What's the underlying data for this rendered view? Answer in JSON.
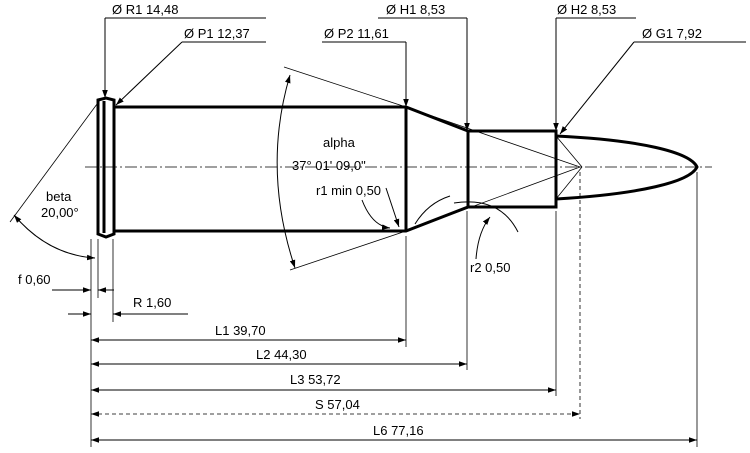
{
  "dimensions": {
    "R1": "Ø R1  14,48",
    "P1": "Ø P1  12,37",
    "P2": "Ø P2  11,61",
    "H1": "Ø H1  8,53",
    "H2": "Ø H2  8,53",
    "G1": "Ø G1  7,92",
    "alpha_name": "alpha",
    "alpha_value": "37° 01' 09,0\"",
    "beta_name": "beta",
    "beta_value": "20,00°",
    "r1": "r1 min  0,50",
    "r2": "r2  0,50",
    "f": "f  0,60",
    "R": "R  1,60",
    "L1": "L1  39,70",
    "L2": "L2  44,30",
    "L3": "L3  53,72",
    "S": "S  57,04",
    "L6": "L6  77,16"
  }
}
